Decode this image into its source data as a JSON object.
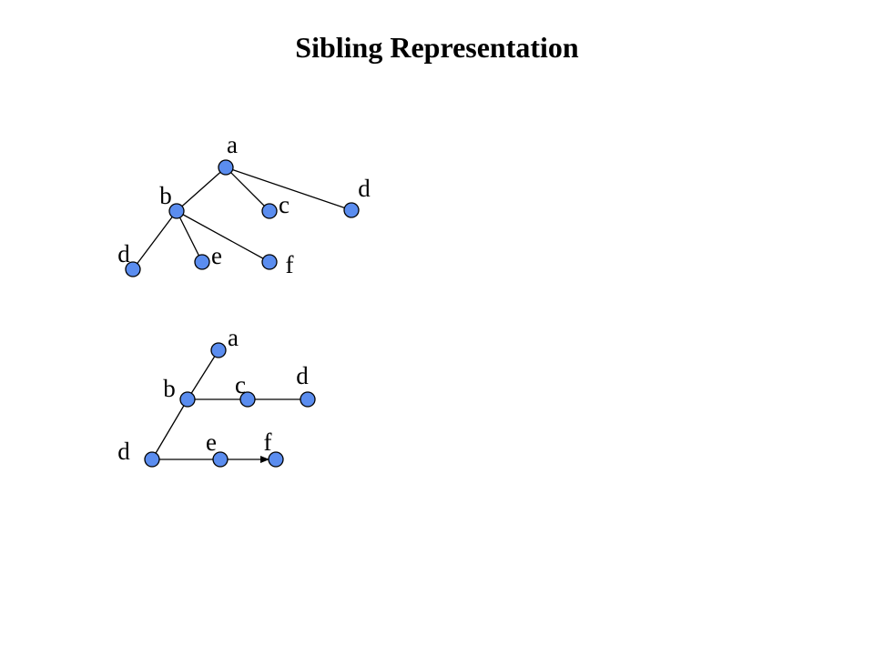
{
  "title": "Sibling Representation",
  "colors": {
    "node_fill": "#5b8def",
    "stroke": "#000000",
    "background": "#ffffff"
  },
  "trees": [
    {
      "name": "general-tree",
      "nodes": [
        {
          "id": "a",
          "label": "a"
        },
        {
          "id": "b",
          "label": "b"
        },
        {
          "id": "c",
          "label": "c"
        },
        {
          "id": "d1",
          "label": "d"
        },
        {
          "id": "d2",
          "label": "d"
        },
        {
          "id": "e",
          "label": "e"
        },
        {
          "id": "f",
          "label": "f"
        }
      ],
      "edges": [
        {
          "from": "a",
          "to": "b",
          "arrow": false
        },
        {
          "from": "a",
          "to": "c",
          "arrow": false
        },
        {
          "from": "a",
          "to": "d1",
          "arrow": false
        },
        {
          "from": "b",
          "to": "d2",
          "arrow": false
        },
        {
          "from": "b",
          "to": "e",
          "arrow": false
        },
        {
          "from": "b",
          "to": "f",
          "arrow": false
        }
      ]
    },
    {
      "name": "sibling-tree",
      "nodes": [
        {
          "id": "a",
          "label": "a"
        },
        {
          "id": "b",
          "label": "b"
        },
        {
          "id": "c",
          "label": "c"
        },
        {
          "id": "d1",
          "label": "d"
        },
        {
          "id": "d2",
          "label": "d"
        },
        {
          "id": "e",
          "label": "e"
        },
        {
          "id": "f",
          "label": "f"
        }
      ],
      "edges": [
        {
          "from": "a",
          "to": "b",
          "arrow": false
        },
        {
          "from": "b",
          "to": "c",
          "arrow": false
        },
        {
          "from": "c",
          "to": "d1",
          "arrow": false
        },
        {
          "from": "b",
          "to": "d2",
          "arrow": false
        },
        {
          "from": "d2",
          "to": "e",
          "arrow": false
        },
        {
          "from": "e",
          "to": "f",
          "arrow": true
        }
      ]
    }
  ]
}
